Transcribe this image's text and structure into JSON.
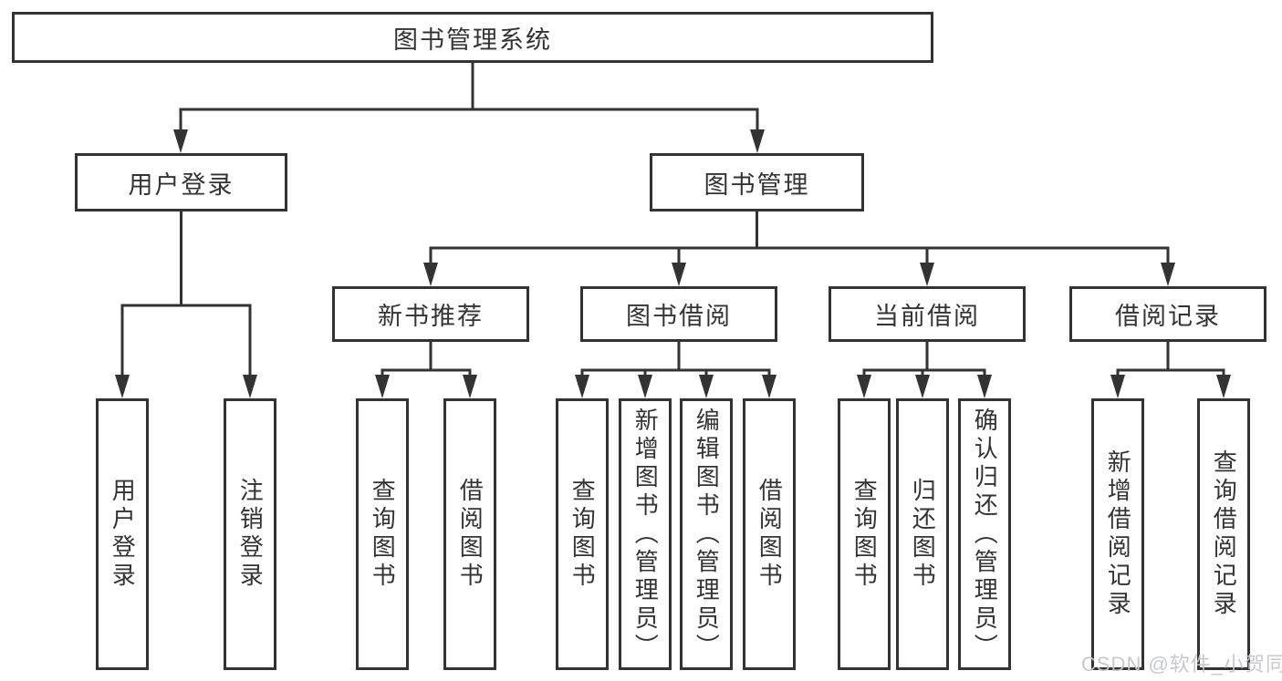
{
  "diagram": {
    "type": "hierarchy-tree",
    "title": "图书管理系统"
  },
  "tree": {
    "label": "图书管理系统",
    "children": [
      {
        "label": "用户登录",
        "children": [
          {
            "label": "用户登录"
          },
          {
            "label": "注销登录"
          }
        ]
      },
      {
        "label": "图书管理",
        "children": [
          {
            "label": "新书推荐",
            "children": [
              {
                "label": "查询图书"
              },
              {
                "label": "借阅图书"
              }
            ]
          },
          {
            "label": "图书借阅",
            "children": [
              {
                "label": "查询图书"
              },
              {
                "label": "新增图书（管理员）"
              },
              {
                "label": "编辑图书（管理员）"
              },
              {
                "label": "借阅图书"
              }
            ]
          },
          {
            "label": "当前借阅",
            "children": [
              {
                "label": "查询图书"
              },
              {
                "label": "归还图书"
              },
              {
                "label": "确认归还（管理员）"
              }
            ]
          },
          {
            "label": "借阅记录",
            "children": [
              {
                "label": "新增借阅记录"
              },
              {
                "label": "查询借阅记录"
              }
            ]
          }
        ]
      }
    ]
  },
  "watermark": {
    "text": "CSDN @软件_小贺同学"
  },
  "colors": {
    "line": "#333333",
    "text": "#333333",
    "background": "#ffffff",
    "watermark": "#c4c6cc"
  }
}
